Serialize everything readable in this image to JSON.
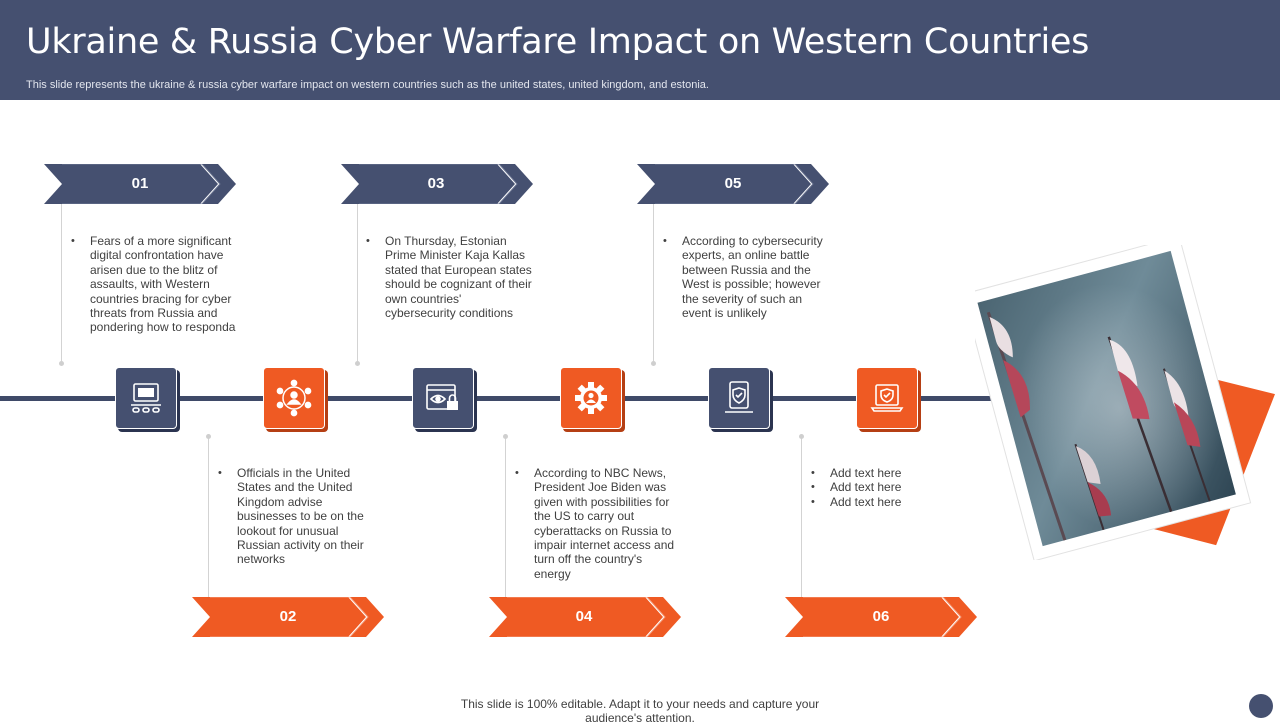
{
  "header": {
    "title": "Ukraine & Russia Cyber Warfare Impact on Western Countries",
    "subtitle": "This slide represents the ukraine & russia cyber warfare impact on western countries such as the united states, united kingdom, and estonia."
  },
  "colors": {
    "navy": "#455070",
    "orange": "#ef5a23",
    "line": "#3f4a68",
    "background": "#ffffff"
  },
  "steps": [
    {
      "number": "01",
      "color": "navy",
      "icon": "cyber-attack-icon",
      "bullets": [
        "Fears of a more significant digital confrontation have arisen due to the blitz of assaults, with Western countries bracing for cyber threats from Russia and pondering how to responda"
      ]
    },
    {
      "number": "02",
      "color": "orange",
      "icon": "user-network-icon",
      "bullets": [
        "Officials in the United States and the United Kingdom advise businesses to be on the lookout for unusual Russian activity on their networks"
      ]
    },
    {
      "number": "03",
      "color": "navy",
      "icon": "eye-lock-icon",
      "bullets": [
        "On Thursday, Estonian Prime Minister Kaja Kallas stated that European states should be cognizant of their own countries' cybersecurity conditions"
      ]
    },
    {
      "number": "04",
      "color": "orange",
      "icon": "gear-user-icon",
      "bullets": [
        "According to NBC News, President Joe Biden was given with possibilities for the US to carry out cyberattacks on Russia to impair internet access and turn off the country's energy"
      ]
    },
    {
      "number": "05",
      "color": "navy",
      "icon": "mobile-shield-icon",
      "bullets": [
        "According to cybersecurity experts, an online battle between Russia and the West is possible; however the severity of such an event is unlikely"
      ]
    },
    {
      "number": "06",
      "color": "orange",
      "icon": "laptop-shield-icon",
      "bullets": [
        "Add text here",
        "Add text here",
        "Add text here"
      ]
    }
  ],
  "image": {
    "subject": "flags-photo"
  },
  "footer": {
    "note": "This slide is 100% editable. Adapt it to your needs and capture your audience's attention."
  }
}
